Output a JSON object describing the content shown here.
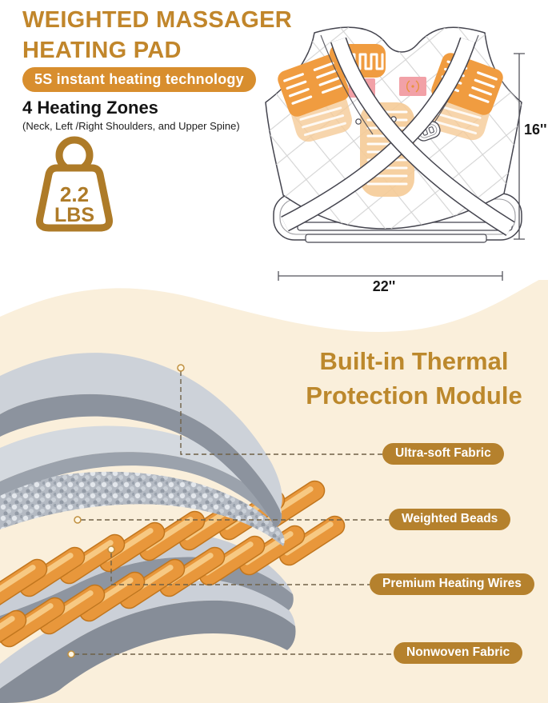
{
  "header": {
    "title_line1": "WEIGHTED MASSAGER",
    "title_line2": "HEATING PAD",
    "badge": "5S instant heating technology",
    "zones_title": "4 Heating Zones",
    "zones_subtitle": "(Neck, Left /Right Shoulders, and Upper Spine)",
    "weight": {
      "value": "2.2",
      "unit": "LBS"
    }
  },
  "pad_diagram": {
    "height_label": "16''",
    "width_label": "22''",
    "zone_count": 4
  },
  "module_section": {
    "title_line1": "Built-in Thermal",
    "title_line2": "Protection Module",
    "layers": [
      {
        "label": "Ultra-soft Fabric"
      },
      {
        "label": "Weighted Beads"
      },
      {
        "label": "Premium Heating Wires"
      },
      {
        "label": "Nonwoven Fabric"
      }
    ]
  },
  "colors": {
    "accent_gold": "#C1862B",
    "badge_orange": "#D88E2E",
    "pill_brown": "#B5812D",
    "cream_background": "#FAEFDB",
    "heating_orange": "#F09C40",
    "massage_pink": "#F2A1A7",
    "fabric_gray": "#CDD2D9",
    "wire_copper": "#E8973B"
  }
}
